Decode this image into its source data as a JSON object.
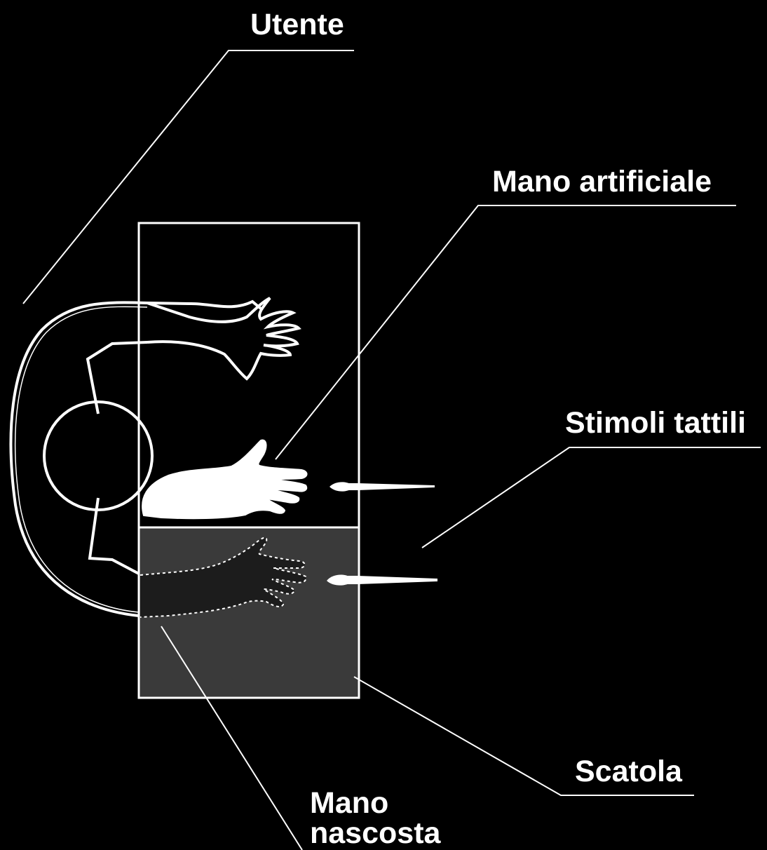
{
  "labels": {
    "utente": "Utente",
    "mano_artificiale": "Mano artificiale",
    "stimoli_tattili": "Stimoli tattili",
    "scatola": "Scatola",
    "mano_nascosta_line1": "Mano",
    "mano_nascosta_line2": "nascosta"
  },
  "colors": {
    "background": "#000000",
    "outline": "#ffffff",
    "box_fill": "#3a3a3a",
    "hidden_hand_fill": "#1c1c1c",
    "artificial_hand_fill": "#ffffff"
  }
}
